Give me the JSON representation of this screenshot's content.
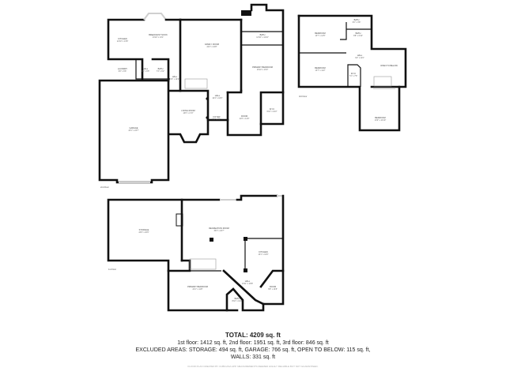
{
  "floors": {
    "floor_a": {
      "label": "2nd Floor",
      "rooms": [
        {
          "name": "KITCHEN",
          "dims": "12'10\" x 13'8\""
        },
        {
          "name": "BREAKFAST NOOK",
          "dims": "13'10\" x 13'1\""
        },
        {
          "name": "FAMILY ROOM",
          "dims": "22'4\" x 16'8\""
        },
        {
          "name": "BATH",
          "dims": "13'10\" x 11'10\""
        },
        {
          "name": "PRIMARY BEDROOM",
          "dims": "16'10\" x 16'0\""
        },
        {
          "name": "LAUNDRY",
          "dims": "9'6\" x 6'6\""
        },
        {
          "name": "HALL",
          "dims": "3'6\" x 6'5\""
        },
        {
          "name": "BATH",
          "dims": "7'3\" x 6'2\""
        },
        {
          "name": "HALL",
          "dims": "3'0\" x 10'2\""
        },
        {
          "name": "HALL",
          "dims": "10'4\" x 16'0\""
        },
        {
          "name": "GARAGE",
          "dims": "23'1\" x 23'7\""
        },
        {
          "name": "LIVING ROOM",
          "dims": "13'6\" x 17'2\""
        },
        {
          "name": "FOYER",
          "dims": "5'1\" x 6'1\""
        },
        {
          "name": "ROOM",
          "dims": "11'6\" x 14'0\""
        },
        {
          "name": "W.I.C",
          "dims": "6'10\" x 10'2\""
        }
      ]
    },
    "floor_b": {
      "label": "3rd Floor",
      "rooms": [
        {
          "name": "BEDROOM",
          "dims": "13'7\" x 12'5\""
        },
        {
          "name": "BATH",
          "dims": "6'0\" x 3'8\""
        },
        {
          "name": "BATH",
          "dims": "8'8\" x 6'10\""
        },
        {
          "name": "HALL",
          "dims": "9'2\" x 11'0\""
        },
        {
          "name": "BEDROOM",
          "dims": "13'7\" x 11'2\""
        },
        {
          "name": "W.I.C",
          "dims": "7'2\" x 7'8\""
        },
        {
          "name": "OPEN TO BELOW",
          "dims": ""
        },
        {
          "name": "BEDROOM",
          "dims": "13'0\" x 14'10\""
        }
      ]
    },
    "floor_c": {
      "label": "1st Floor",
      "rooms": [
        {
          "name": "STORAGE",
          "dims": "24'9\" x 20'6\""
        },
        {
          "name": "RECREATION ROOM",
          "dims": "36'3\" x 26'7\""
        },
        {
          "name": "KITCHEN",
          "dims": "13'1\" x 16'0\""
        },
        {
          "name": "HALL",
          "dims": "13'11\" x 18'8\""
        },
        {
          "name": "ROOM",
          "dims": "6'8\" x 13'8\""
        },
        {
          "name": "PRIMARY BEDROOM",
          "dims": "22'1\" x 11'8\""
        },
        {
          "name": "BATH",
          "dims": "8'10\" x 10'2\""
        }
      ]
    }
  },
  "summary": {
    "total": "TOTAL: 4209 sq. ft",
    "floors_line": "1st floor: 1412 sq. ft, 2nd floor: 1951 sq. ft, 3rd floor: 846 sq. ft",
    "excluded_line": "EXCLUDED AREAS: STORAGE: 494 sq. ft, GARAGE: 766 sq. ft, OPEN TO BELOW: 115 sq. ft,",
    "walls_line": "WALLS: 331 sq. ft",
    "footer": "FLOOR PLAN CREATED BY CUBICASA APP. MEASUREMENTS DEEMED HIGHLY RELIABLE BUT NOT GUARANTEED."
  }
}
